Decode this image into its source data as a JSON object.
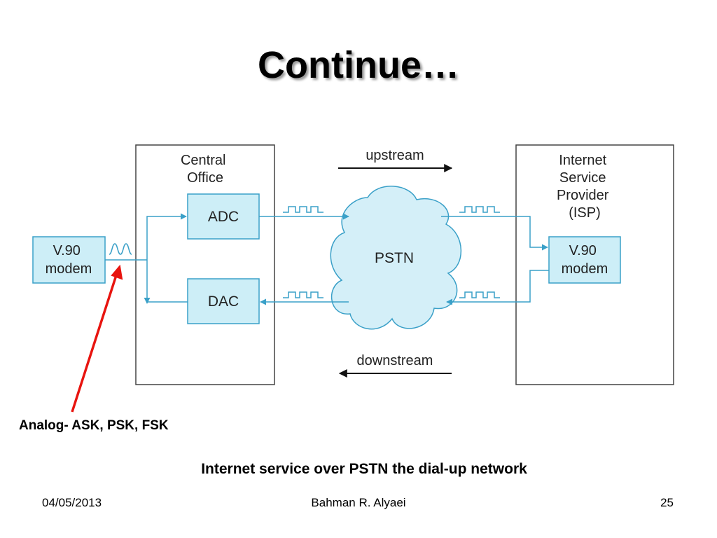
{
  "title": "Continue…",
  "diagram": {
    "central_office_label": [
      "Central",
      "Office"
    ],
    "isp_label": [
      "Internet",
      "Service",
      "Provider",
      "(ISP)"
    ],
    "modem_left_label": [
      "V.90",
      "modem"
    ],
    "modem_right_label": [
      "V.90",
      "modem"
    ],
    "adc_label": "ADC",
    "dac_label": "DAC",
    "pstn_label": "PSTN",
    "upstream_label": "upstream",
    "downstream_label": "downstream",
    "colors": {
      "box_fill": "#cdeef7",
      "line": "#3aa0c8",
      "cloud_fill": "#d4eff8",
      "annotation_arrow": "#e8140f"
    }
  },
  "annotation": "Analog- ASK, PSK, FSK",
  "caption": "Internet service over PSTN the dial-up network",
  "footer": {
    "date": "04/05/2013",
    "author": "Bahman R. Alyaei",
    "page": "25"
  }
}
